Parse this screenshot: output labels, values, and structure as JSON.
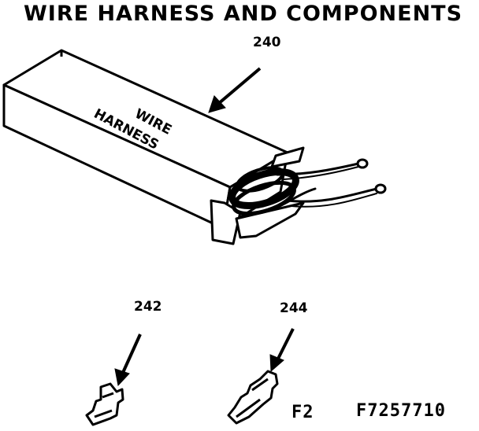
{
  "title": "WIRE HARNESS AND COMPONENTS",
  "box_label": {
    "line1": "WIRE",
    "line2": "HARNESS"
  },
  "callouts": {
    "harness": "240",
    "terminal_a": "242",
    "terminal_b": "244"
  },
  "figure": {
    "fig_no": "F2",
    "part_code": "F7257710"
  }
}
